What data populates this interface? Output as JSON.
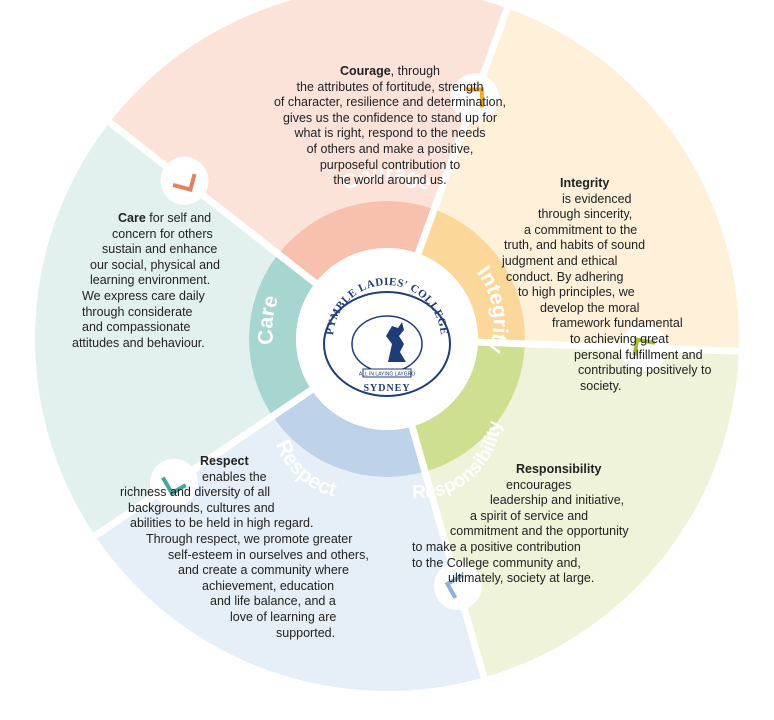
{
  "segments": [
    {
      "key": "courage",
      "label": "Courage",
      "outer_color": "#fce3da",
      "band_color": "#f7c1ae",
      "chevron_color": "#e87f5f"
    },
    {
      "key": "integrity",
      "label": "Integrity",
      "outer_color": "#fef0d9",
      "band_color": "#fbd79a",
      "chevron_color": "#f2ab2a"
    },
    {
      "key": "responsibility",
      "label": "Responsibility",
      "outer_color": "#eef3d9",
      "band_color": "#cfdf91",
      "chevron_color": "#a6bd2e"
    },
    {
      "key": "respect",
      "label": "Respect",
      "outer_color": "#e6eef7",
      "band_color": "#bed3ea",
      "chevron_color": "#8db3d9"
    },
    {
      "key": "care",
      "label": "Care",
      "outer_color": "#e3f1ee",
      "band_color": "#a6d6cf",
      "chevron_color": "#44a89a"
    }
  ],
  "logo": {
    "arc_text": "PYMBLE LADIES' COLLEGE",
    "bottom_text": "SYDNEY",
    "banner_text": "ALL IN LAYING LAYGRO",
    "color": "#1f3c78"
  },
  "descriptions": {
    "courage": {
      "head": "Courage",
      "lines": [
        ", through",
        "the attributes of fortitude, strength",
        "of character, resilience and determination,",
        "gives us the confidence to stand up for",
        "what is right, respond to the needs",
        "of others and make a positive,",
        "purposeful contribution to",
        "the world around us."
      ]
    },
    "integrity": {
      "head": "Integrity",
      "lines": [
        "is evidenced",
        "through sincerity,",
        "a commitment to the",
        "truth, and habits of sound",
        "judgment and ethical",
        "conduct. By adhering",
        "to high principles, we",
        "develop the moral",
        "framework fundamental",
        "to achieving great",
        "personal fulfillment and",
        "contributing positively to",
        "society."
      ]
    },
    "care": {
      "head": "Care",
      "lines": [
        " for self and",
        "concern for others",
        "sustain and enhance",
        "our social, physical and",
        "learning environment.",
        "We express care daily",
        "through considerate",
        "and compassionate",
        "attitudes and behaviour."
      ]
    },
    "respect": {
      "head": "Respect",
      "lines": [
        "enables the",
        "richness and diversity of all",
        "backgrounds, cultures and",
        "abilities to be held in high regard.",
        "Through respect, we promote greater",
        "self-esteem in ourselves and others,",
        "and create a community where",
        "achievement, education",
        "and life balance, and a",
        "love of learning are",
        "supported."
      ]
    },
    "responsibility": {
      "head": "Responsibility",
      "lines": [
        "encourages",
        "leadership and initiative,",
        "a spirit of service and",
        "commitment and the opportunity",
        "to make a positive contribution",
        "to the College community and,",
        "ultimately, society at large."
      ]
    }
  }
}
